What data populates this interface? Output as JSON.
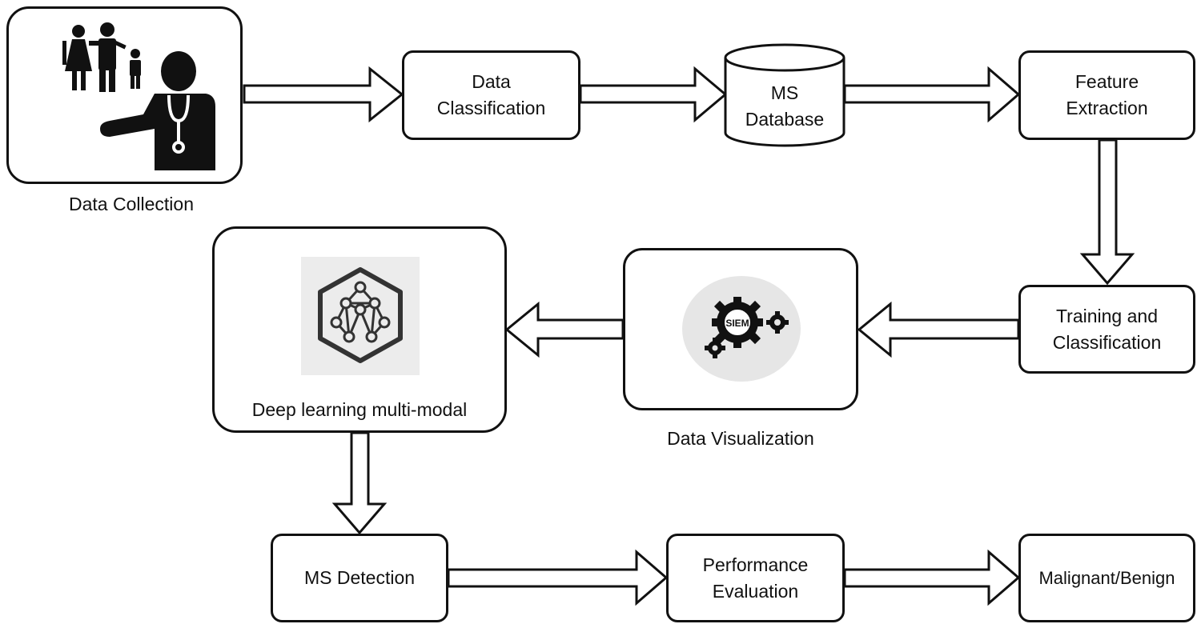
{
  "nodes": {
    "data_collection": "Data Collection",
    "data_classification": "Data\nClassification",
    "ms_database": "MS\nDatabase",
    "feature_extraction": "Feature\nExtraction",
    "training_classification": "Training and\nClassification",
    "data_visualization": "Data Visualization",
    "deep_learning": "Deep learning multi-modal",
    "ms_detection": "MS Detection",
    "performance_evaluation": "Performance\nEvaluation",
    "malignant_benign": "Malignant/Benign"
  },
  "icons": {
    "data_collection": "doctor-family-icon",
    "data_visualization": "siem-gears-icon",
    "deep_learning": "neural-network-hexagon-icon"
  },
  "icon_text": {
    "siem": "SIEM"
  },
  "colors": {
    "stroke": "#111111",
    "icon_fill": "#111111",
    "siem_background": "#e6e6e6",
    "network_background": "#ececec"
  }
}
